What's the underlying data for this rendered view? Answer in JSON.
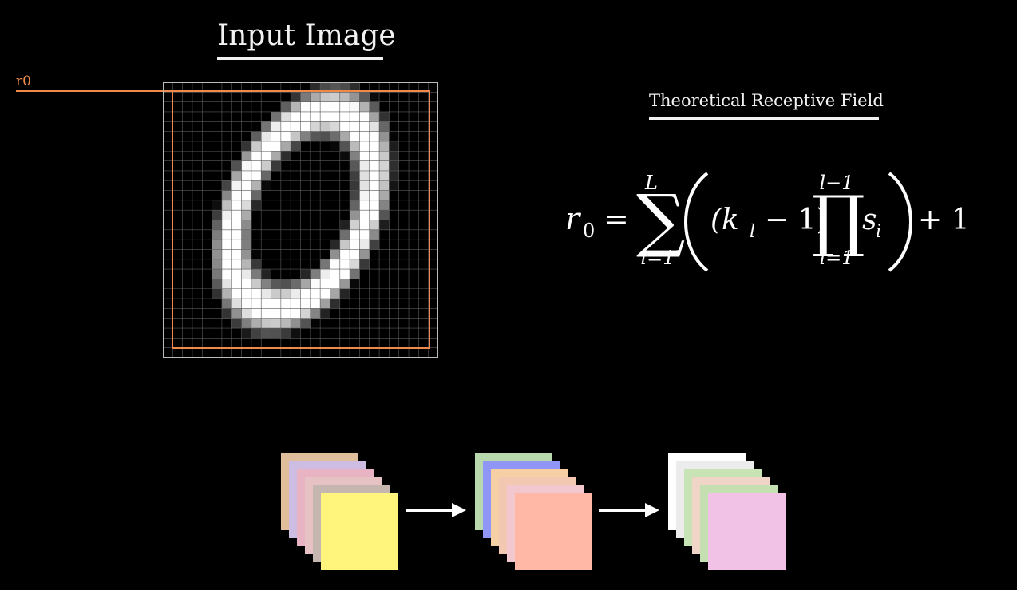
{
  "input_title": "Input Image",
  "receptive_field_title": "Theoretical Receptive Field",
  "r0_label": "r0",
  "formula": {
    "lhs_var": "r",
    "lhs_sub": "0",
    "equals": "=",
    "sum_upper": "L",
    "sum_lower": "l=1",
    "term_open": "(k",
    "term_sub": "l",
    "term_close": "− 1)",
    "prod_upper": "l−1",
    "prod_lower": "i=1",
    "s_var": "s",
    "s_sub": "i",
    "plus_one": "+ 1"
  },
  "colors": {
    "accent_orange": "#f08a4b",
    "grid_line": "#5a5a5a"
  },
  "feature_stacks": [
    {
      "name": "stack-1",
      "colors": [
        "#e0be9c",
        "#cdbde2",
        "#e8b4c4",
        "#e7c2c4",
        "#c6b6b0",
        "#fff57c"
      ]
    },
    {
      "name": "stack-2",
      "colors": [
        "#b8d9ae",
        "#8f96f6",
        "#f6d0a4",
        "#f2c8b2",
        "#f2c8ce",
        "#ffb8a6"
      ]
    },
    {
      "name": "stack-3",
      "colors": [
        "#ffffff",
        "#ececec",
        "#c8e4b6",
        "#f0d4c6",
        "#c4e0b2",
        "#f2c2e6"
      ]
    }
  ],
  "arrow_icons": [
    "right-arrow-icon",
    "right-arrow-icon"
  ]
}
